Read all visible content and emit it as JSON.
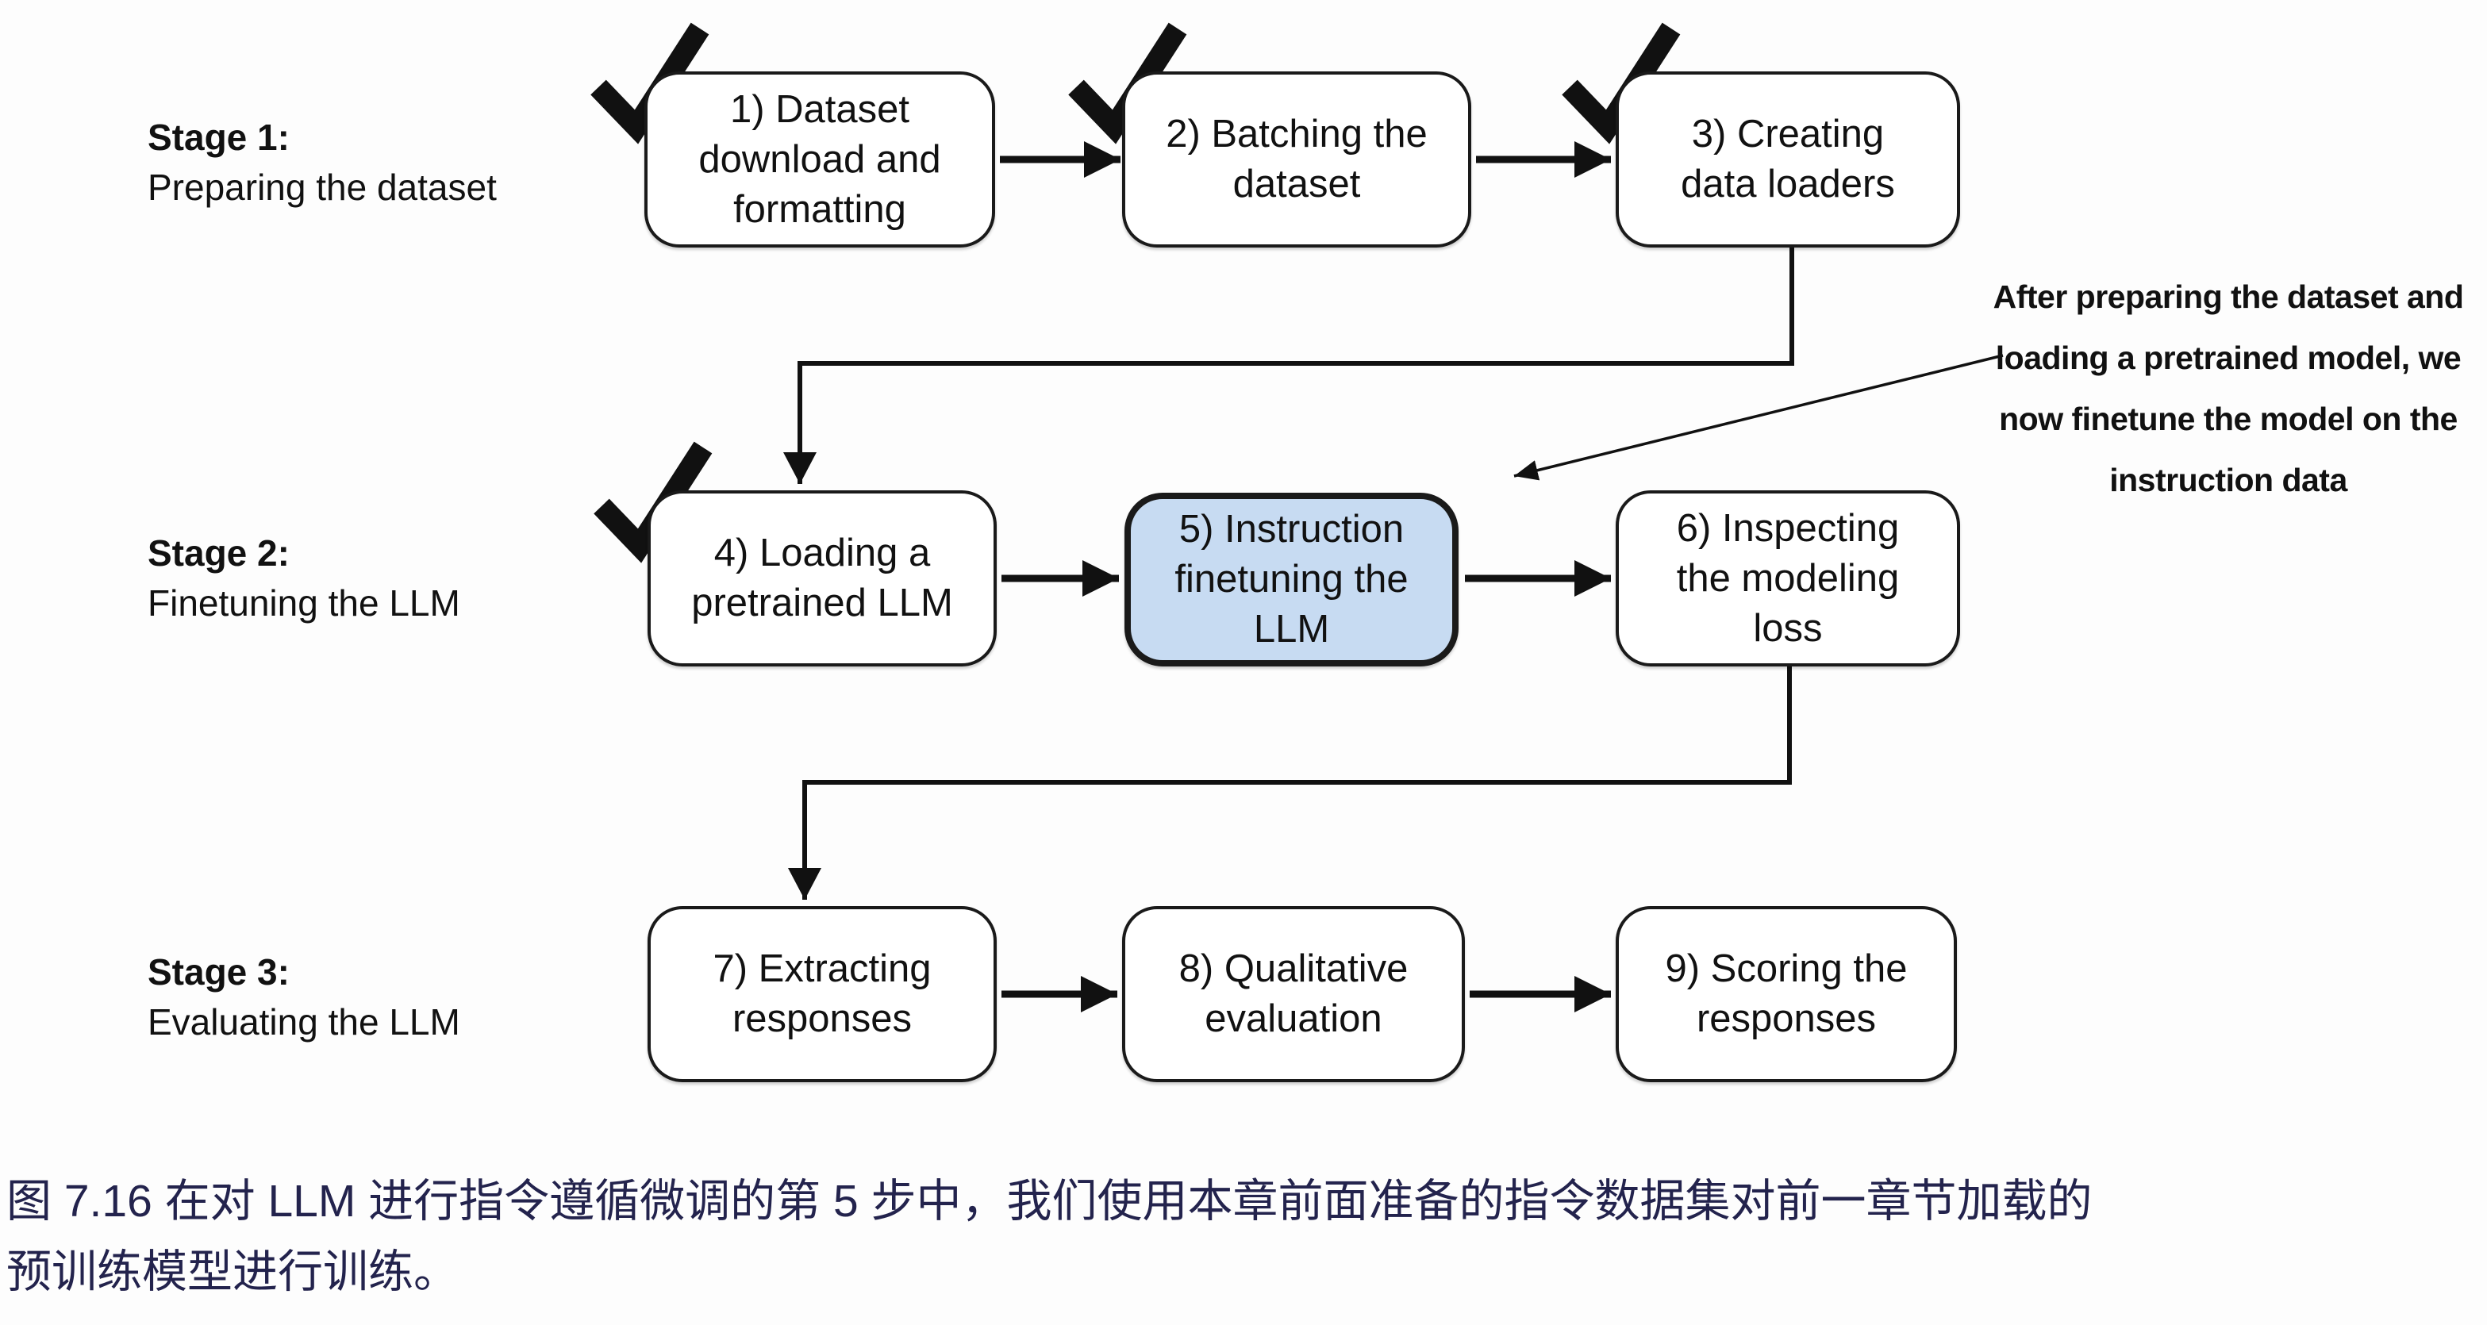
{
  "figure": {
    "caption": {
      "lines": [
        "图 7.16 在对 LLM 进行指令遵循微调的第 5 步中，我们使用本章前面准备的指令数据集对前一章节加载的",
        "预训练模型进行训练。"
      ]
    }
  },
  "stages": [
    {
      "title": "Stage 1:",
      "subtitle": "Preparing the dataset"
    },
    {
      "title": "Stage 2:",
      "subtitle": "Finetuning the LLM"
    },
    {
      "title": "Stage 3:",
      "subtitle": "Evaluating the LLM"
    }
  ],
  "boxes": [
    {
      "step": 1,
      "lines": [
        "1) Dataset",
        "download and",
        "formatting"
      ],
      "checked": true,
      "highlighted": false
    },
    {
      "step": 2,
      "lines": [
        "2) Batching the",
        "dataset"
      ],
      "checked": true,
      "highlighted": false
    },
    {
      "step": 3,
      "lines": [
        "3) Creating",
        "data loaders"
      ],
      "checked": true,
      "highlighted": false
    },
    {
      "step": 4,
      "lines": [
        "4) Loading a",
        "pretrained LLM"
      ],
      "checked": true,
      "highlighted": false
    },
    {
      "step": 5,
      "lines": [
        "5) Instruction",
        "finetuning the",
        "LLM"
      ],
      "checked": false,
      "highlighted": true
    },
    {
      "step": 6,
      "lines": [
        "6) Inspecting",
        "the modeling",
        "loss"
      ],
      "checked": false,
      "highlighted": false
    },
    {
      "step": 7,
      "lines": [
        "7) Extracting",
        "responses"
      ],
      "checked": false,
      "highlighted": false
    },
    {
      "step": 8,
      "lines": [
        "8) Qualitative",
        "evaluation"
      ],
      "checked": false,
      "highlighted": false
    },
    {
      "step": 9,
      "lines": [
        "9) Scoring the",
        "responses"
      ],
      "checked": false,
      "highlighted": false
    }
  ],
  "checked_steps": [
    1,
    2,
    3,
    4
  ],
  "highlighted_step": 5,
  "annotation": {
    "lines": [
      "After preparing the dataset and",
      "loading a pretrained model, we",
      "now finetune the model on the",
      "instruction data"
    ]
  },
  "icons": {
    "checkmark": "check-icon"
  },
  "colors": {
    "background": "#fdfdfd",
    "box_fill": "#ffffff",
    "box_border": "#1a1a1a",
    "highlight_fill": "#c7dbf2",
    "arrow": "#111111",
    "text": "#111111",
    "caption_text": "#23234d"
  }
}
